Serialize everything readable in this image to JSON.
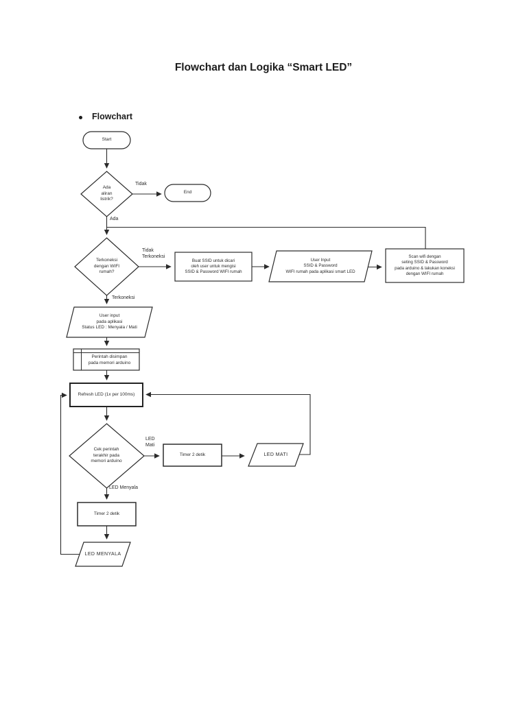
{
  "page": {
    "title": "Flowchart dan Logika “Smart LED”",
    "section_bullet": "Flowchart"
  },
  "nodes": {
    "start": {
      "label": "Start",
      "type": "terminator"
    },
    "decision_power": {
      "label": "Ada\naliran\nlistrik?",
      "type": "decision"
    },
    "end": {
      "label": "End",
      "type": "terminator"
    },
    "decision_wifi": {
      "label": "Terkoneksi\ndengan WIFI\nrumah?",
      "type": "decision"
    },
    "buat_ssid": {
      "label": "Buat SSID untuk dicari\noleh user untuk mengisi\nSSID & Password WIFI rumah",
      "type": "process"
    },
    "input_ssid": {
      "label": "User Input\nSSID & Password\nWIFI rumah pada aplikasi smart LED",
      "type": "input-output"
    },
    "scan_wifi": {
      "label": "Scan wifi dengan\nseting SSID & Password\npada arduino & lakukan koneksi\ndengan WIFI rumah",
      "type": "process"
    },
    "input_status": {
      "label": "User input\npada aplikasi\nStatus LED : Menyala / Mati",
      "type": "input-output"
    },
    "store_command": {
      "label": "Perintah disimpan\npada memori arduino",
      "type": "internal-storage"
    },
    "refresh_led": {
      "label": "Refresh LED (1x per 100ms)",
      "type": "process"
    },
    "decision_command": {
      "label": "Cek perintah\nterakhir pada\nmemori arduino",
      "type": "decision"
    },
    "timer_mati": {
      "label": "Timer 2 detik",
      "type": "process"
    },
    "led_mati": {
      "label": "LED MATI",
      "type": "input-output"
    },
    "timer_menyala": {
      "label": "Timer 2 detik",
      "type": "process"
    },
    "led_menyala": {
      "label": "LED MENYALA",
      "type": "input-output"
    }
  },
  "edge_labels": {
    "tidak": "Tidak",
    "ada": "Ada",
    "tidak_terkoneksi": "Tidak\nTerkoneksi",
    "terkoneksi": "Terkoneksi",
    "led_mati": "LED\nMati",
    "led_menyala": "LED Menyala"
  },
  "colors": {
    "background": "#ffffff",
    "stroke": "#2b2b2b",
    "text": "#262626"
  }
}
